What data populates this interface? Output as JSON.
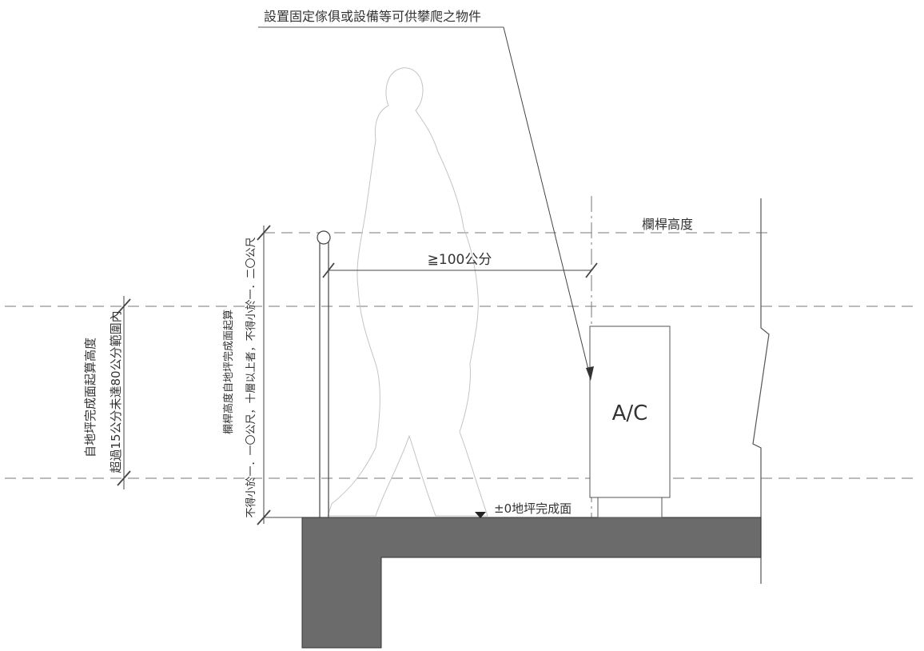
{
  "annotations": {
    "top_note": "設置固定傢俱或設備等可供攀爬之物件",
    "railing_height_label": "欄桿高度",
    "min_distance": "≧100公分",
    "floor_level": "±0地坪完成面",
    "ac_label": "A/C",
    "left_vertical_line1": "自地坪完成面起算高度",
    "left_vertical_line2": "超過15公分未達80公分範圍內",
    "mid_vertical_line1": "欄桿高度自地坪完成面起算",
    "mid_vertical_line2": "不得小於一．一〇公尺，十層以上者，不得小於一．二〇公尺"
  },
  "colors": {
    "line": "#444444",
    "slab_fill": "#6b6b6b",
    "dashed": "#666666"
  }
}
